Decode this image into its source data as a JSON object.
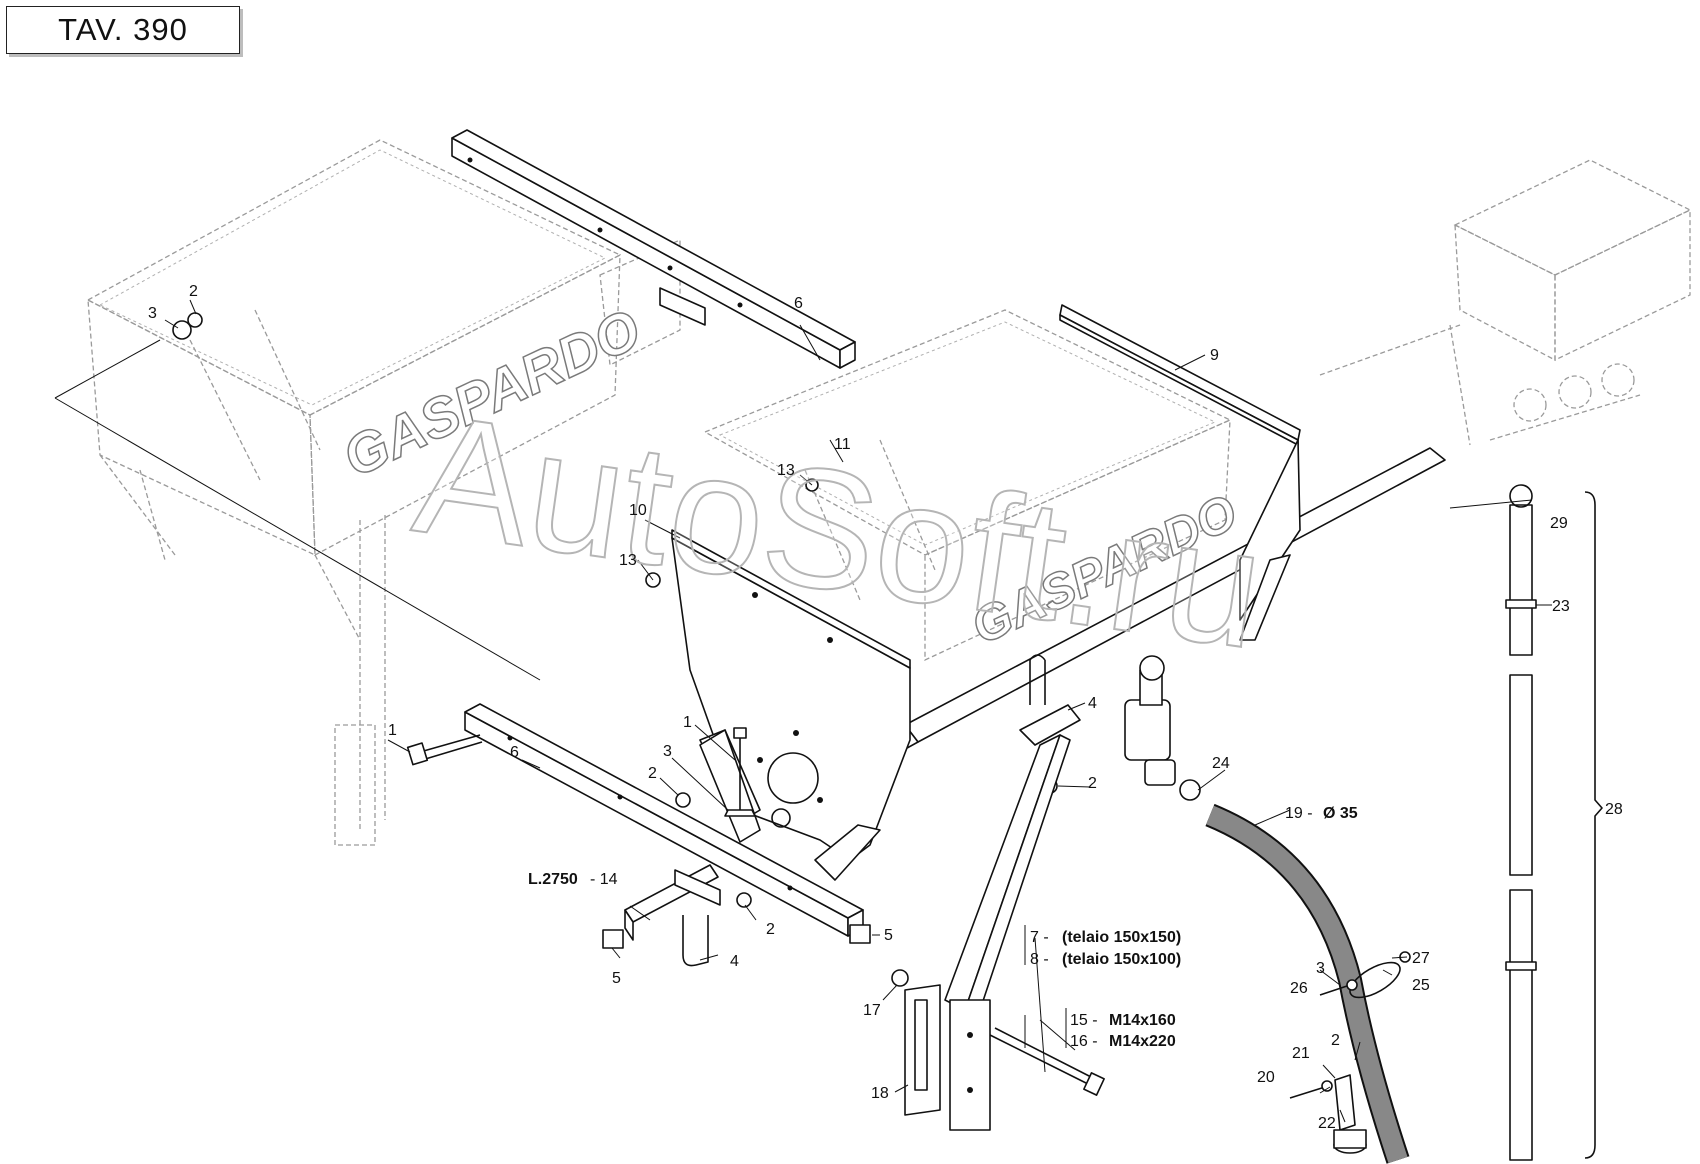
{
  "drawing": {
    "table_title": "TAV. 390",
    "brand_marks": [
      "GASPARDO",
      "GASPARDO"
    ],
    "watermark": "AutoSoft.ru"
  },
  "callouts": {
    "c1a": "1",
    "c1b": "1",
    "c2a": "2",
    "c2b": "2",
    "c2c": "2",
    "c2d": "2",
    "c2e": "2",
    "c3a": "3",
    "c3b": "3",
    "c3c": "3",
    "c4a": "4",
    "c4b": "4",
    "c5a": "5",
    "c5b": "5",
    "c6a": "6",
    "c6b": "6",
    "c9": "9",
    "c10": "10",
    "c11": "11",
    "c13a": "13",
    "c13b": "13",
    "c14_prefix": "L.2750",
    "c14_num": "- 14",
    "c17": "17",
    "c18": "18",
    "c19_num": "19 -",
    "c19_dim": "Ø 35",
    "c20": "20",
    "c21": "21",
    "c22": "22",
    "c23": "23",
    "c24": "24",
    "c25": "25",
    "c26": "26",
    "c27": "27",
    "c28": "28",
    "c29": "29"
  },
  "variants": {
    "frame": [
      {
        "num": "7 -",
        "spec": "(telaio 150x150)"
      },
      {
        "num": "8 -",
        "spec": "(telaio 150x100)"
      }
    ],
    "bolt": [
      {
        "num": "15 -",
        "spec": "M14x160"
      },
      {
        "num": "16 -",
        "spec": "M14x220"
      }
    ]
  }
}
